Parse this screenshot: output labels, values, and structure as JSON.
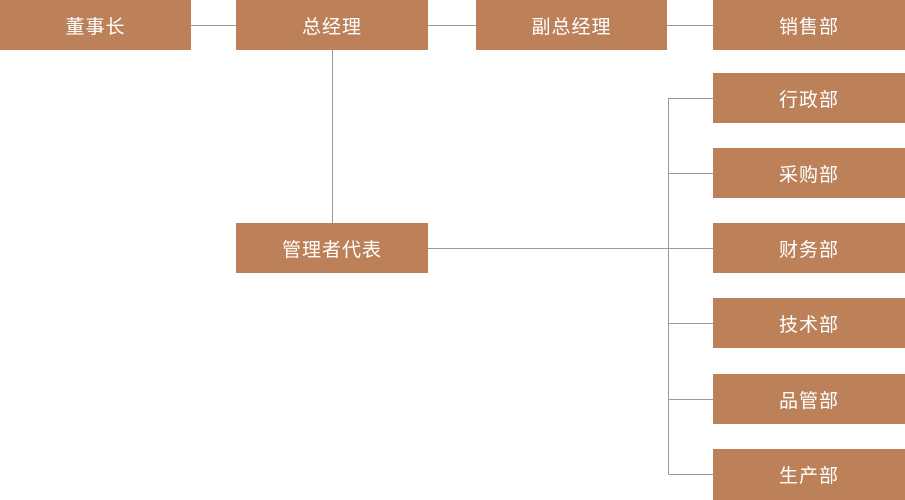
{
  "org_chart": {
    "top_row": {
      "chairman": "董事长",
      "general_manager": "总经理",
      "deputy_general_manager": "副总经理",
      "sales_department": "销售部"
    },
    "management_representative": "管理者代表",
    "departments": [
      "行政部",
      "采购部",
      "财务部",
      "技术部",
      "品管部",
      "生产部"
    ],
    "colors": {
      "box_fill": "#bd815a",
      "box_text": "#ffffff",
      "connector": "#9a9a9a",
      "background": "#ffffff"
    }
  }
}
